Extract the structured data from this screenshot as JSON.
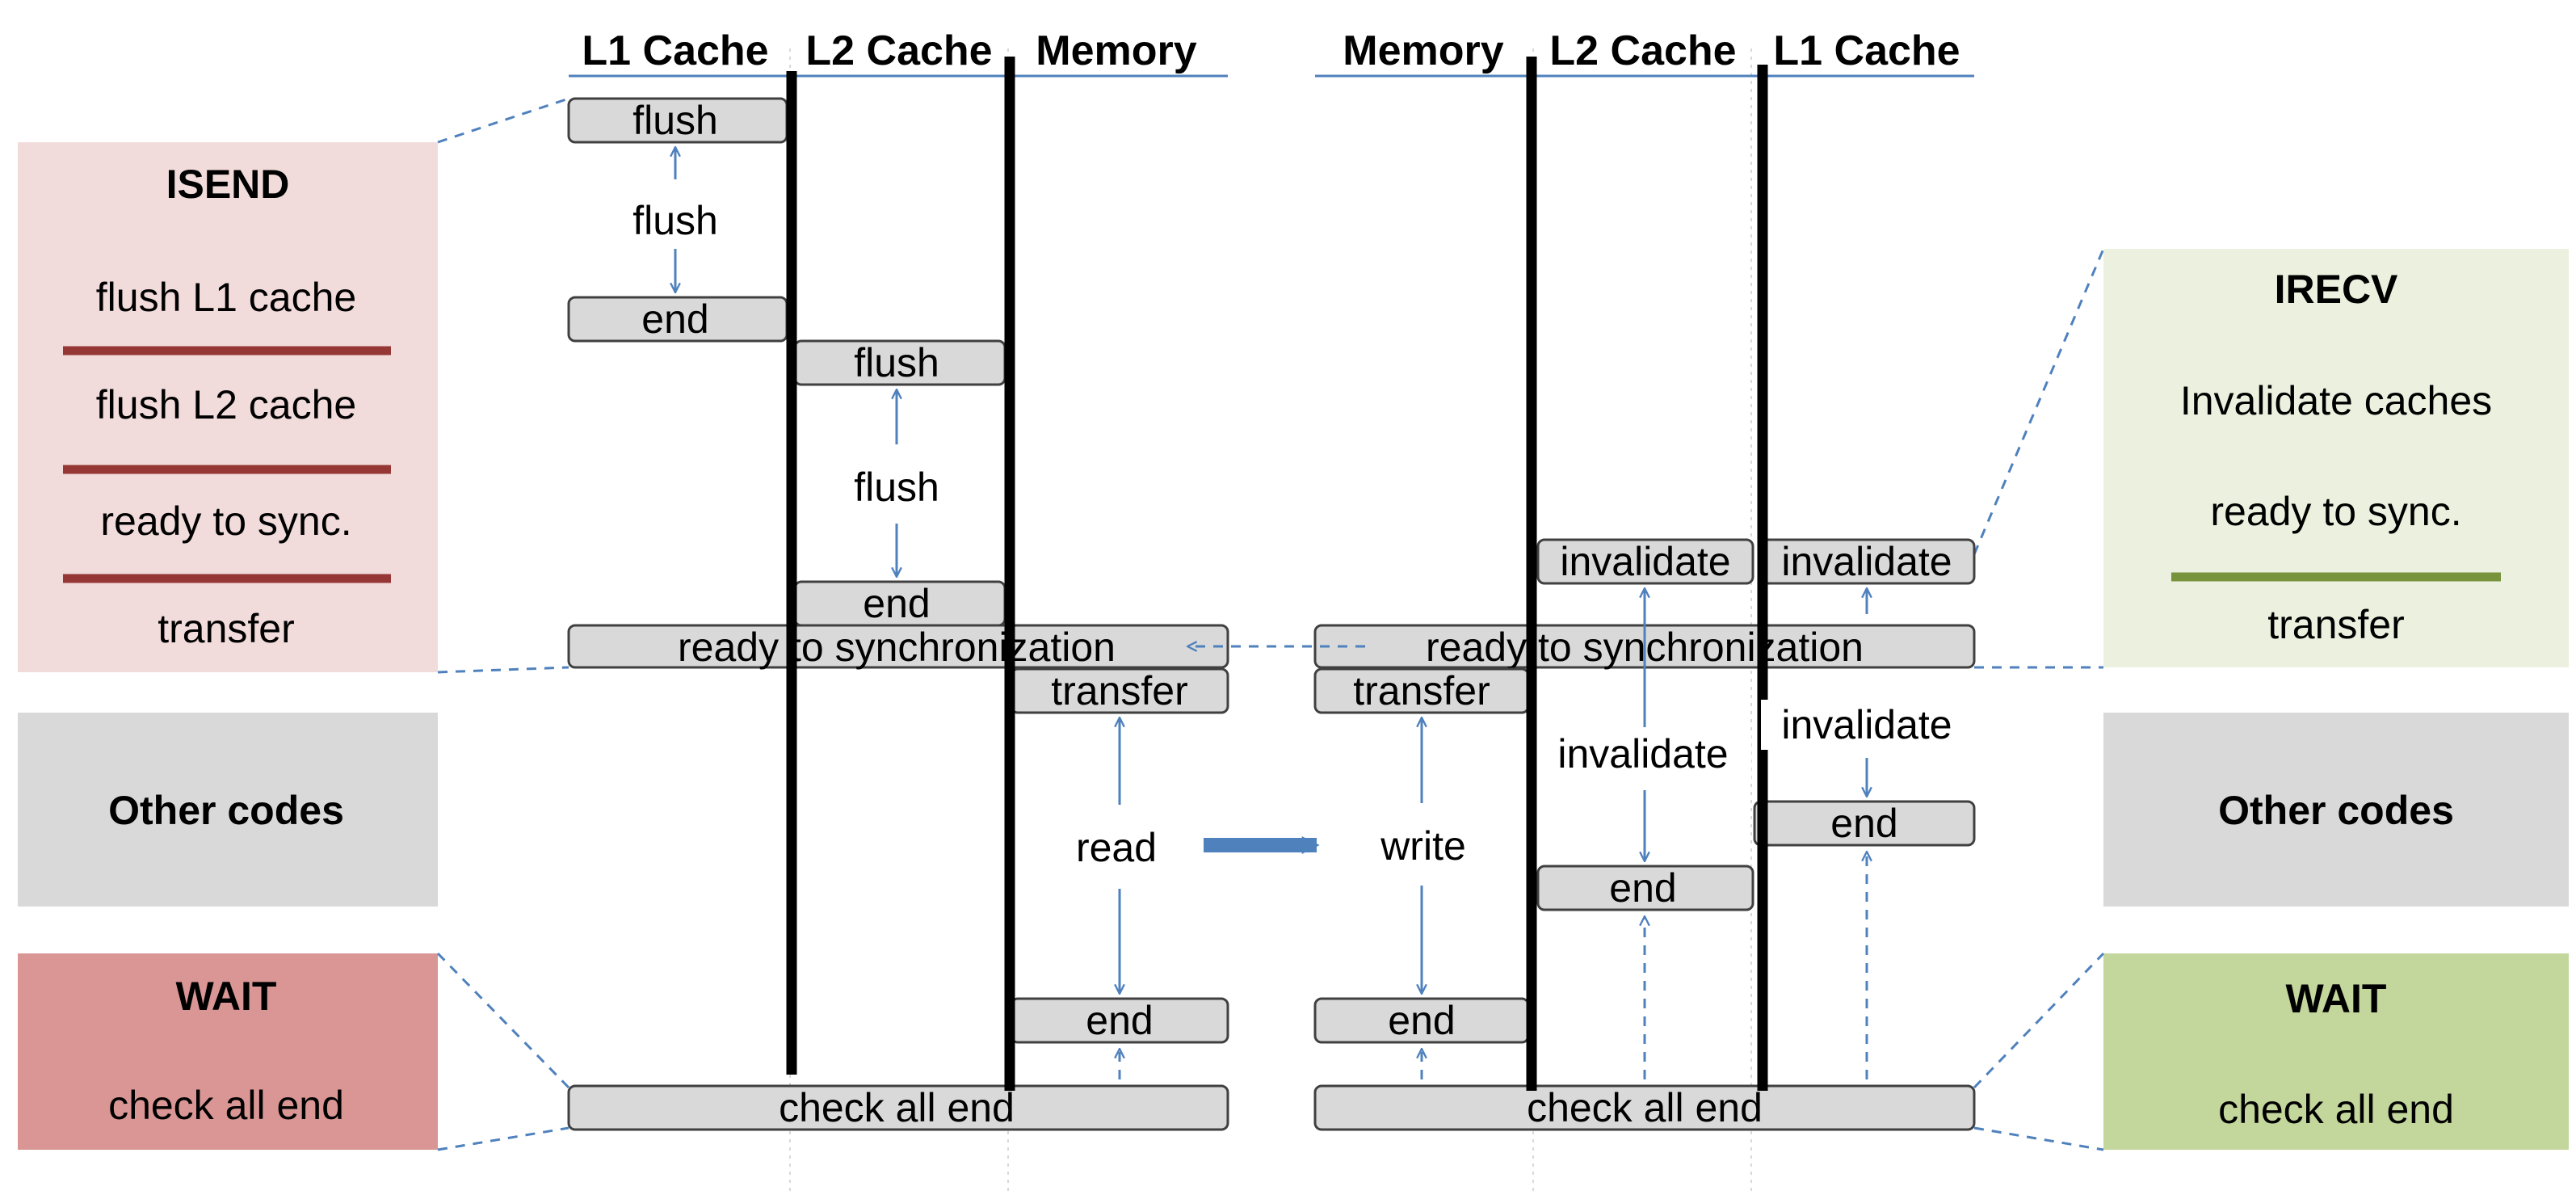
{
  "sender": {
    "headers": {
      "l1": "L1 Cache",
      "l2": "L2 Cache",
      "mem": "Memory"
    },
    "isend_panel": {
      "title": "ISEND",
      "steps": [
        "flush L1 cache",
        "flush L2 cache",
        "ready to sync.",
        "transfer"
      ]
    },
    "other_panel": {
      "title": "Other codes"
    },
    "wait_panel": {
      "title": "WAIT",
      "text": "check all end"
    },
    "boxes": {
      "l1_flush": "flush",
      "l1_end": "end",
      "l2_flush": "flush",
      "l2_end": "end",
      "ready": "ready to synchronization",
      "transfer": "transfer",
      "mem_end": "end",
      "check": "check all end"
    },
    "labels": {
      "l1_flush": "flush",
      "l2_flush": "flush",
      "read": "read"
    }
  },
  "receiver": {
    "headers": {
      "mem": "Memory",
      "l2": "L2 Cache",
      "l1": "L1 Cache"
    },
    "irecv_panel": {
      "title": "IRECV",
      "steps": [
        "Invalidate caches",
        "ready to sync.",
        "transfer"
      ]
    },
    "other_panel": {
      "title": "Other codes"
    },
    "wait_panel": {
      "title": "WAIT",
      "text": "check all end"
    },
    "boxes": {
      "l2_invalidate": "invalidate",
      "l1_invalidate": "invalidate",
      "ready": "ready to synchronization",
      "transfer": "transfer",
      "l1_end": "end",
      "l2_end": "end",
      "mem_end": "end",
      "check": "check all end"
    },
    "labels": {
      "write": "write",
      "l2_invalidate": "invalidate",
      "l1_invalidate": "invalidate"
    }
  },
  "colors": {
    "isend_bg": "#f2dcdb",
    "isend_rule": "#953735",
    "wait_send_bg": "#d99694",
    "irecv_bg": "#ebf1de",
    "irecv_rule": "#77933c",
    "wait_recv_bg": "#c3d69b",
    "other_bg": "#d9d9d9",
    "box_fill": "#d9d9d9",
    "arrow": "#4f81bd",
    "dashed": "#4f81bd"
  }
}
